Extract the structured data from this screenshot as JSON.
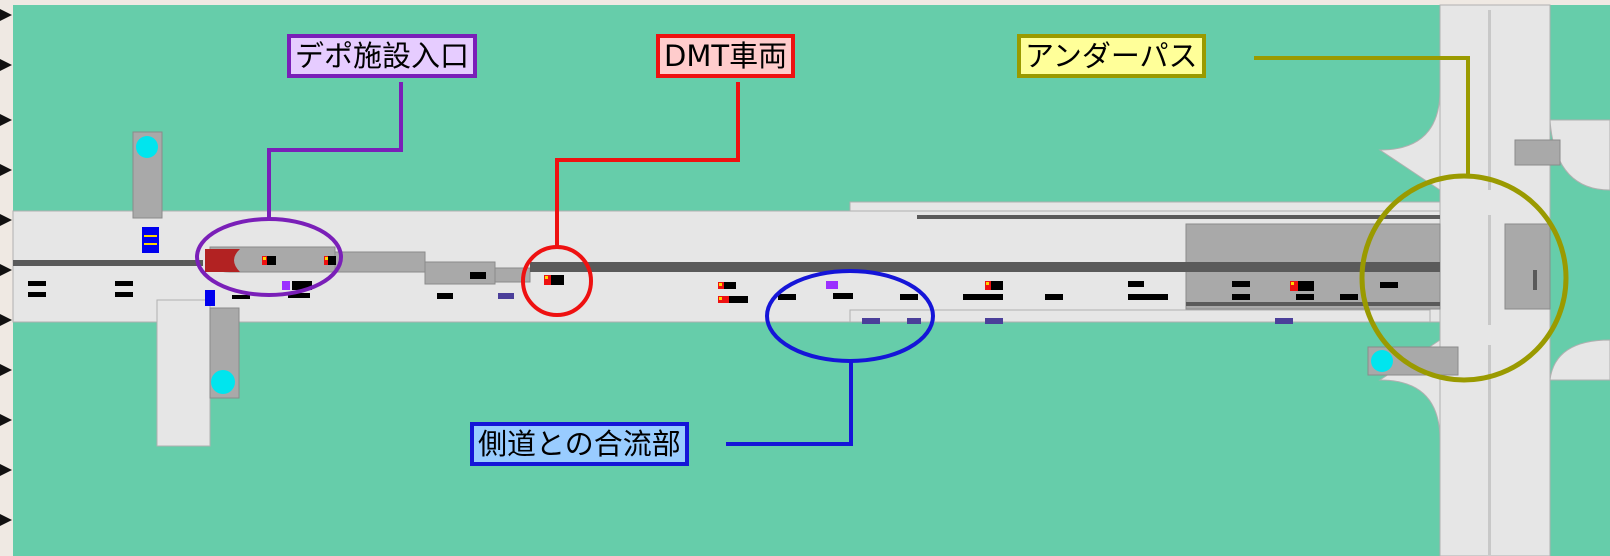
{
  "colors": {
    "ground": "#66cdaa",
    "road": "#e6e6e6",
    "road_dark": "#a9a9a9",
    "lane_line": "#5a5a5a",
    "depot_color": "#7a1fb8",
    "dmt_color": "#ee1111",
    "underpass_color": "#9a9a00",
    "merge_color": "#1515d8",
    "signal_color": "#00e5ee"
  },
  "callouts": {
    "depot_entrance": {
      "label": "デポ施設入口",
      "bg": "#e6ccff",
      "color": "#7a1fb8"
    },
    "dmt_vehicle": {
      "label": "DMT車両",
      "bg": "#ffcccc",
      "color": "#ee1111"
    },
    "underpass": {
      "label": "アンダーパス",
      "bg": "#ffff99",
      "color": "#9a9a00"
    },
    "side_road_merge": {
      "label": "側道との合流部",
      "bg": "#99ccff",
      "color": "#1515d8"
    }
  }
}
